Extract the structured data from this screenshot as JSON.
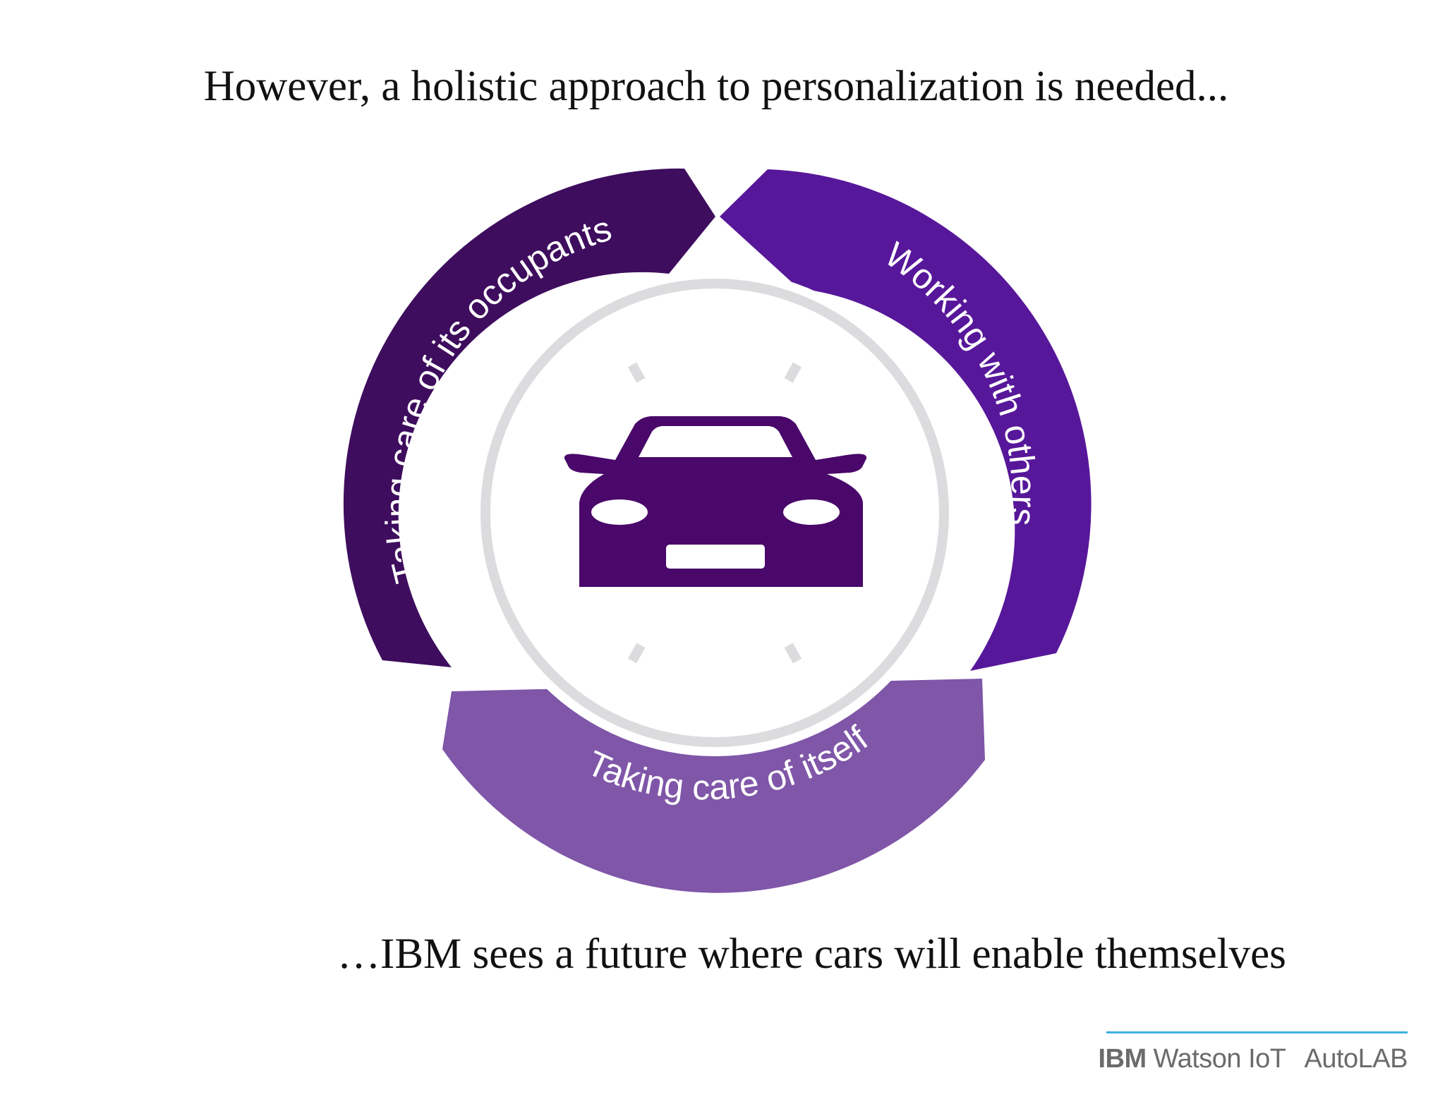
{
  "title": "However, a holistic approach to personalization is needed...",
  "subtitle": "…IBM sees a future where cars will enable themselves",
  "diagram": {
    "center_icon": "car-icon",
    "segments": [
      {
        "label": "Taking care of its occupants",
        "color": "#3e0d5e"
      },
      {
        "label": "Working with others",
        "color": "#57179a"
      },
      {
        "label": "Taking care of itself",
        "color": "#7f56a8"
      }
    ],
    "ring_color": "#dcdcdf",
    "car_color": "#49086a"
  },
  "footer": {
    "brand": "IBM",
    "product": "Watson IoT",
    "lab": "AutoLAB",
    "rule_color": "#3cb2e2"
  }
}
